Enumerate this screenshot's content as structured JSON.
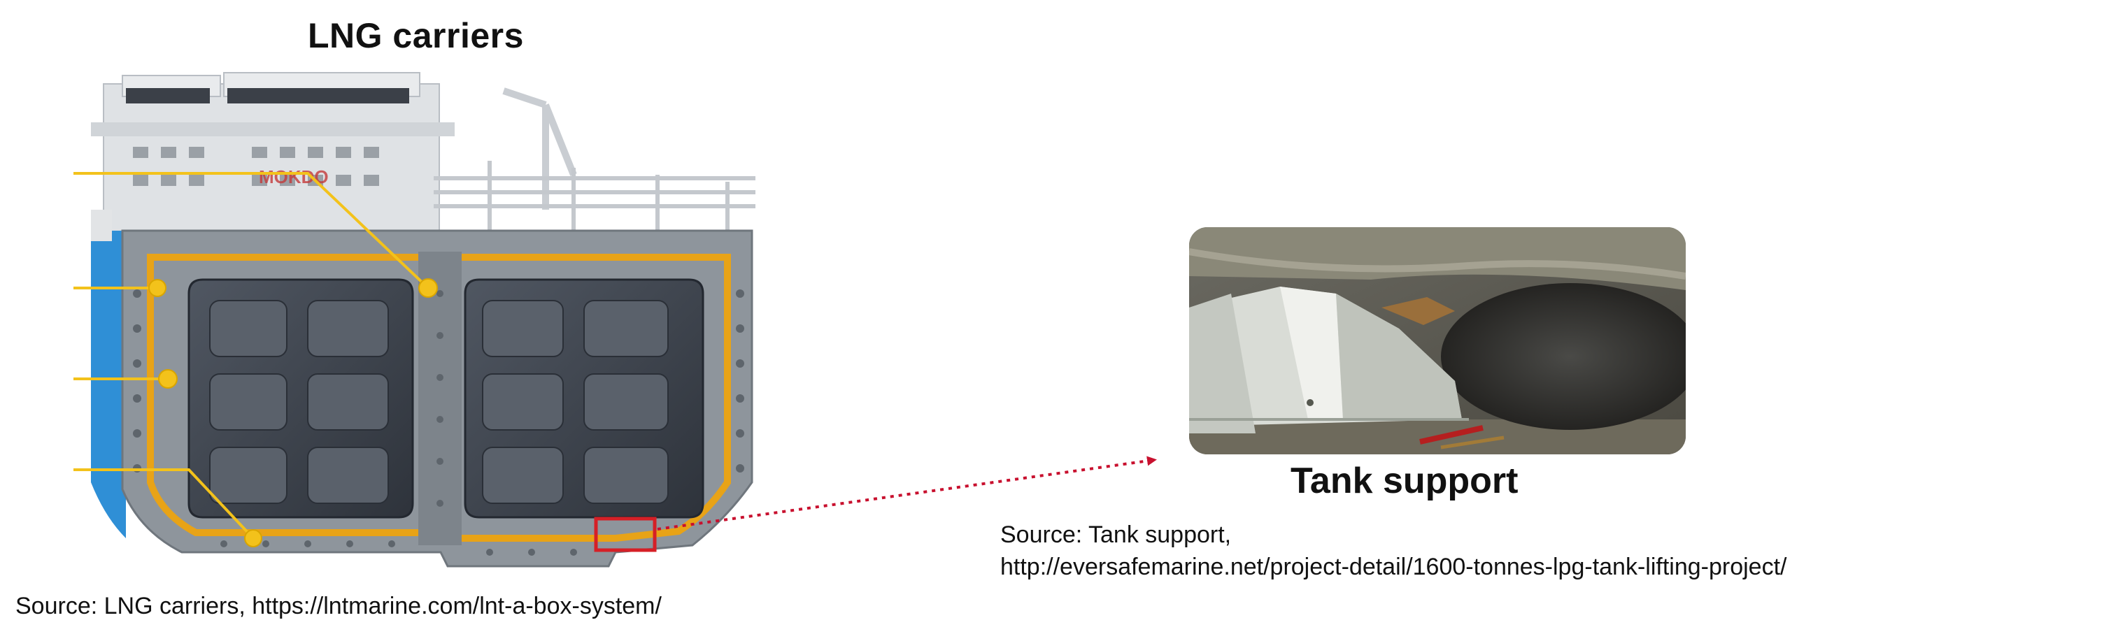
{
  "figure": {
    "left_title": "LNG carriers",
    "right_title": "Tank support",
    "left_source": "Source: LNG carriers, https://lntmarine.com/lnt-a-box-system/",
    "right_source_line1": "Source: Tank support,",
    "right_source_line2": "http://eversafemarine.net/project-detail/1600-tonnes-lpg-tank-lifting-project/",
    "ship_name_marking": "MOKDO"
  },
  "colors": {
    "hull_grey": "#8e959c",
    "tank_dark": "#3a4049",
    "insulation_yellow": "#e8a317",
    "callout_yellow": "#f3c21b",
    "hull_blue": "#2f8fd6",
    "highlight_red": "#d61f26",
    "arrow_red": "#c8102e"
  }
}
